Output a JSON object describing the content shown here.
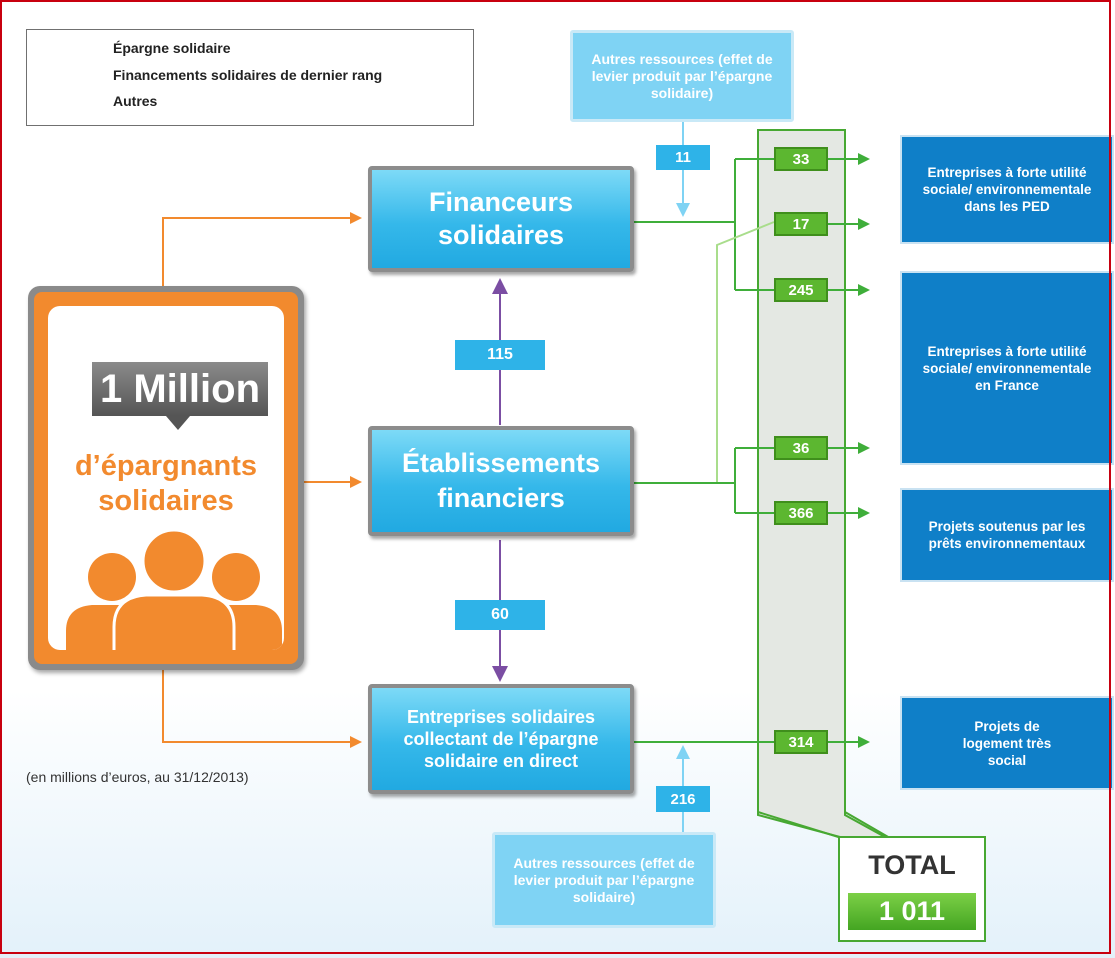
{
  "legend": [
    {
      "label": "Épargne solidaire",
      "color": "#f28a2e"
    },
    {
      "label": "Financements solidaires de dernier rang",
      "color": "#3fae3a"
    },
    {
      "label": "Autres",
      "color": "#7fd3f4"
    }
  ],
  "other_resources_top": "Autres ressources (effet de levier produit par l’épargne solidaire)",
  "other_resources_bottom": "Autres ressources (effet de levier produit par l’épargne solidaire)",
  "savers": {
    "headline": "1 Million",
    "line1": "d’épargnants",
    "line2": "solidaires"
  },
  "nodes": {
    "financeurs": "Financeurs solidaires",
    "etablissements": "Établissements financiers",
    "entreprises": "Entreprises solidaires collectant de l’épargne solidaire en direct"
  },
  "flows": {
    "autres_top": "11",
    "etab_to_financeurs": "115",
    "etab_to_entreprises": "60",
    "autres_bottom": "216"
  },
  "green_values": [
    "33",
    "17",
    "245",
    "36",
    "366",
    "314"
  ],
  "targets": {
    "ped": "Entreprises à forte utilité sociale/ environnementale dans les PED",
    "france": "Entreprises à forte utilité sociale/ environnementale en France",
    "env_loans": "Projets soutenus par les prêts environnementaux",
    "housing": "Projets de logement très social"
  },
  "note": "(en millions d’euros, au 31/12/2013)",
  "total": {
    "label": "TOTAL",
    "value": "1 011"
  },
  "colors": {
    "orange": "#f28a2e",
    "green": "#3fae3a",
    "light_blue": "#7fd3f4",
    "purple": "#7b4ea3",
    "target_blue": "#0f7fc8",
    "frame_red": "#c8000f"
  }
}
